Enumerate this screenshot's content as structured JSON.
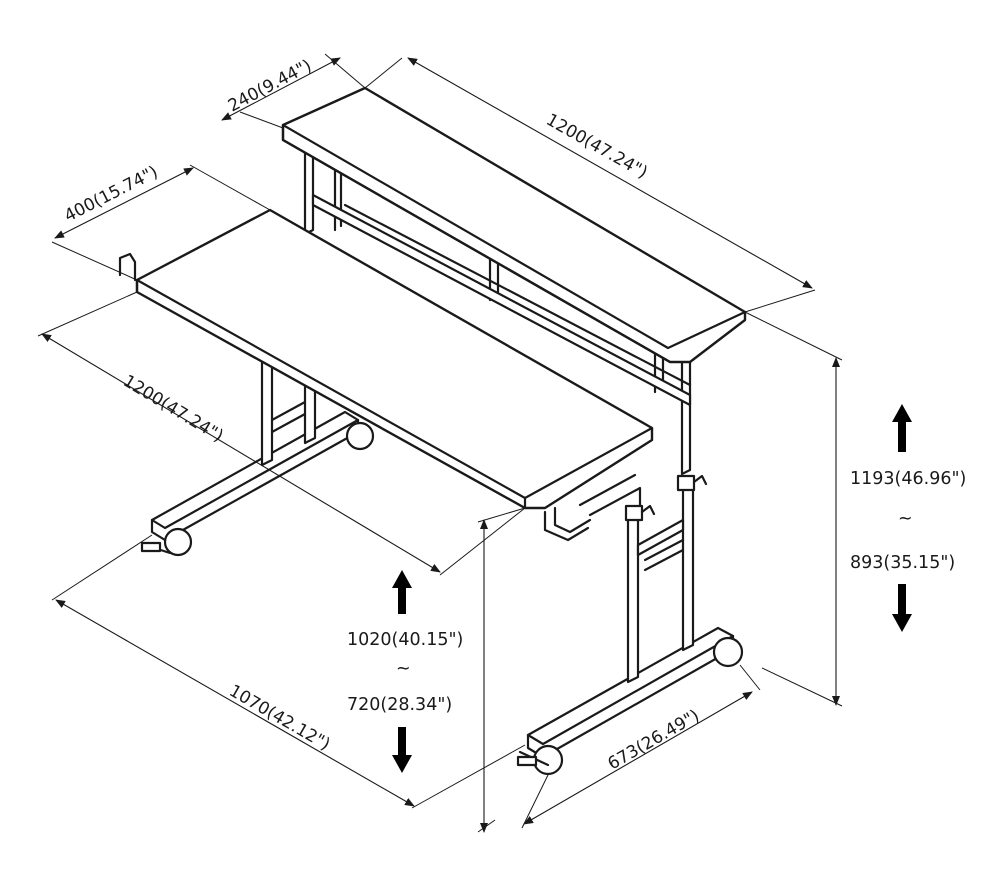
{
  "dimensions": {
    "upper_shelf_depth": "240(9.44\")",
    "upper_shelf_width": "1200(47.24\")",
    "main_top_depth": "400(15.74\")",
    "main_top_width": "1200(47.24\")",
    "base_width": "1070(42.12\")",
    "base_depth": "673(26.49\")",
    "desk_height_max": "1020(40.15\")",
    "desk_height_sep": "~",
    "desk_height_min": "720(28.34\")",
    "shelf_height_max": "1193(46.96\")",
    "shelf_height_sep": "~",
    "shelf_height_min": "893(35.15\")"
  }
}
